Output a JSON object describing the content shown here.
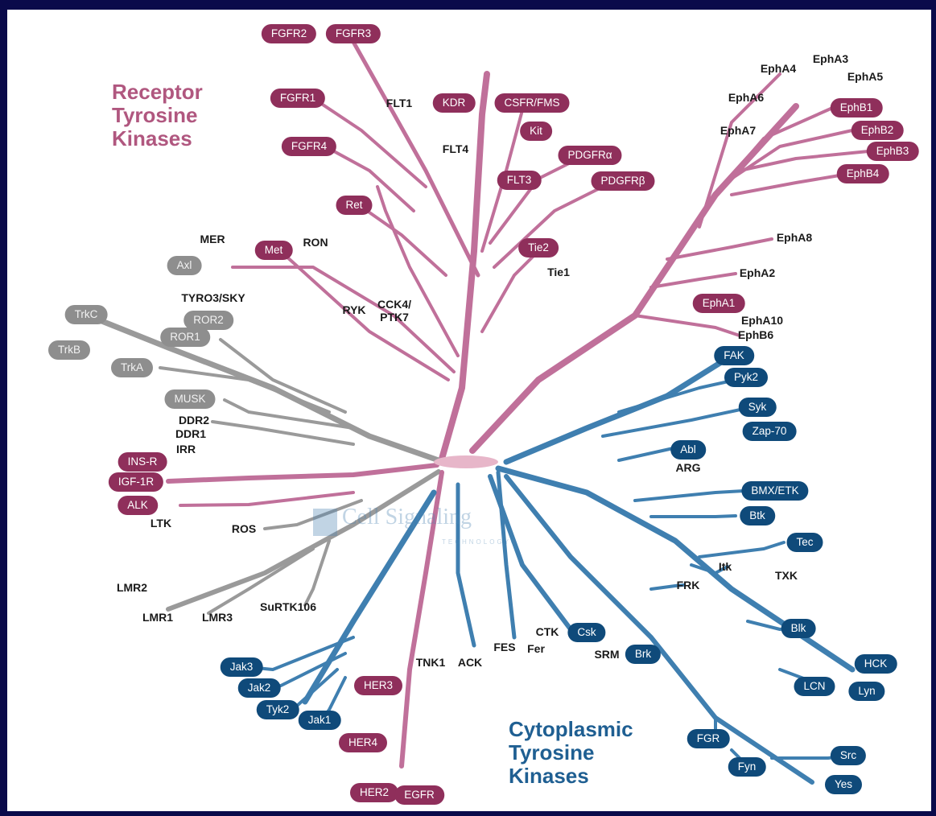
{
  "titles": {
    "receptor": [
      "Receptor",
      "Tyrosine",
      "Kinases"
    ],
    "cytoplasmic": [
      "Cytoplasmic",
      "Tyrosine",
      "Kinases"
    ]
  },
  "watermark": {
    "name": "Cell Signaling",
    "sub": "TECHNOLOGY®"
  },
  "colors": {
    "rtk": "#8f2f5b",
    "ctk": "#0f4a7a",
    "grey": "#8e8e8e",
    "rtk_branch": "#c0709a",
    "ctk_branch": "#3f7fb0",
    "grey_branch": "#9a9a9a"
  },
  "labels": {
    "fgfr2": "FGFR2",
    "fgfr3": "FGFR3",
    "fgfr1": "FGFR1",
    "fgfr4": "FGFR4",
    "ret": "Ret",
    "flt1": "FLT1",
    "kdr": "KDR",
    "csfr": "CSFR/FMS",
    "flt4": "FLT4",
    "kit": "Kit",
    "pdgfra": "PDGFRα",
    "flt3": "FLT3",
    "pdgfrb": "PDGFRβ",
    "tie2": "Tie2",
    "tie1": "Tie1",
    "mer": "MER",
    "met": "Met",
    "ron": "RON",
    "axl": "Axl",
    "tyro3": "TYRO3/SKY",
    "ryk": "RYK",
    "cck4_a": "CCK4/",
    "cck4_b": "PTK7",
    "epha4": "EphA4",
    "epha3": "EphA3",
    "epha5": "EphA5",
    "epha6": "EphA6",
    "epha7": "EphA7",
    "ephb1": "EphB1",
    "ephb2": "EphB2",
    "ephb3": "EphB3",
    "ephb4": "EphB4",
    "epha8": "EphA8",
    "epha2": "EphA2",
    "epha1": "EphA1",
    "epha10": "EphA10",
    "ephb6": "EphB6",
    "trkc": "TrkC",
    "ror2": "ROR2",
    "ror1": "ROR1",
    "trkb": "TrkB",
    "trka": "TrkA",
    "musk": "MUSK",
    "ddr2": "DDR2",
    "ddr1": "DDR1",
    "irr": "IRR",
    "insr": "INS-R",
    "igf1r": "IGF-1R",
    "alk": "ALK",
    "ltk": "LTK",
    "ros": "ROS",
    "lmr2": "LMR2",
    "lmr1": "LMR1",
    "lmr3": "LMR3",
    "surtk": "SuRTK106",
    "fak": "FAK",
    "pyk2": "Pyk2",
    "syk": "Syk",
    "zap70": "Zap-70",
    "abl": "Abl",
    "arg": "ARG",
    "bmx": "BMX/ETK",
    "btk": "Btk",
    "tec": "Tec",
    "itk": "Itk",
    "txk": "TXK",
    "frk": "FRK",
    "blk": "Blk",
    "hck": "HCK",
    "lcn": "LCN",
    "lyn": "Lyn",
    "fgr": "FGR",
    "fyn": "Fyn",
    "src": "Src",
    "yes": "Yes",
    "jak3": "Jak3",
    "jak2": "Jak2",
    "tyk2": "Tyk2",
    "jak1": "Jak1",
    "her3": "HER3",
    "her4": "HER4",
    "her2": "HER2",
    "egfr": "EGFR",
    "tnk1": "TNK1",
    "ack": "ACK",
    "fes": "FES",
    "fer": "Fer",
    "ctk": "CTK",
    "csk": "Csk",
    "srm": "SRM",
    "brk": "Brk"
  }
}
